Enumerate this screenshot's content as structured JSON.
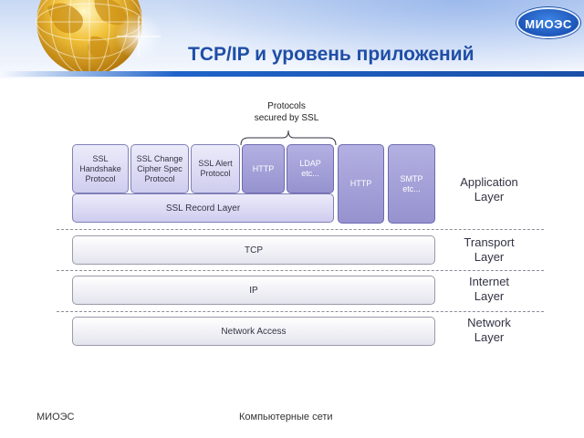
{
  "header": {
    "logo": "МИОЭС",
    "title": "TCP/IP и уровень приложений"
  },
  "diagram": {
    "secured_note": "Protocols\nsecured by SSL",
    "ssl_subprotocols": [
      "SSL\nHandshake\nProtocol",
      "SSL Change\nCipher Spec\nProtocol",
      "SSL Alert\nProtocol"
    ],
    "secured_protocols": [
      "HTTP",
      "LDAP\netc..."
    ],
    "ssl_record_layer": "SSL Record Layer",
    "unsecured_protocols": [
      "HTTP",
      "SMTP\netc..."
    ],
    "layers": [
      {
        "box": "TCP",
        "label": "Transport\nLayer"
      },
      {
        "box": "IP",
        "label": "Internet\nLayer"
      },
      {
        "box": "Network Access",
        "label": "Network\nLayer"
      }
    ],
    "application_layer_label": "Application\nLayer"
  },
  "footer": {
    "left": "МИОЭС",
    "center": "Компьютерные сети"
  }
}
